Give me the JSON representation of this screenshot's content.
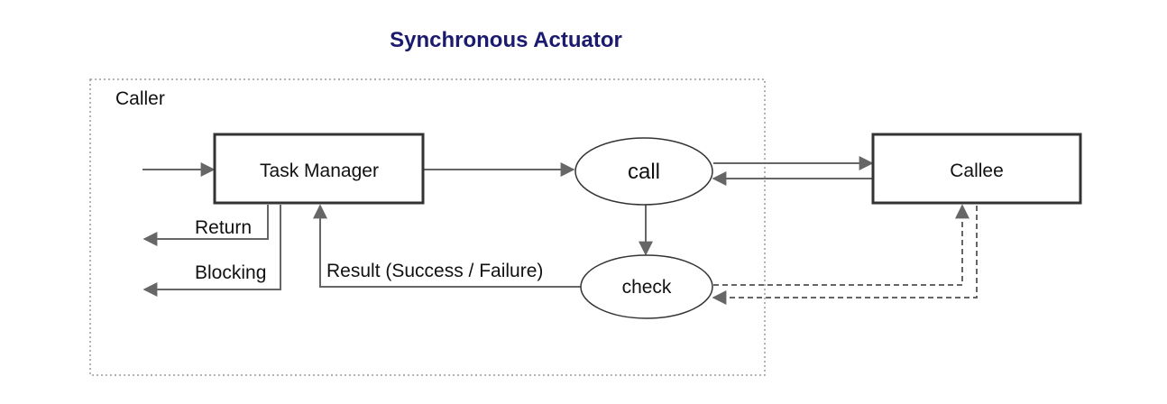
{
  "title": "Synchronous Actuator",
  "container": {
    "label": "Caller"
  },
  "nodes": {
    "task_manager": "Task Manager",
    "call": "call",
    "check": "check",
    "callee": "Callee"
  },
  "edge_labels": {
    "return": "Return",
    "blocking": "Blocking",
    "result": "Result (Success / Failure)"
  },
  "colors": {
    "title": "#1a1a6e",
    "edge": "#666666",
    "node_stroke": "#333333"
  }
}
